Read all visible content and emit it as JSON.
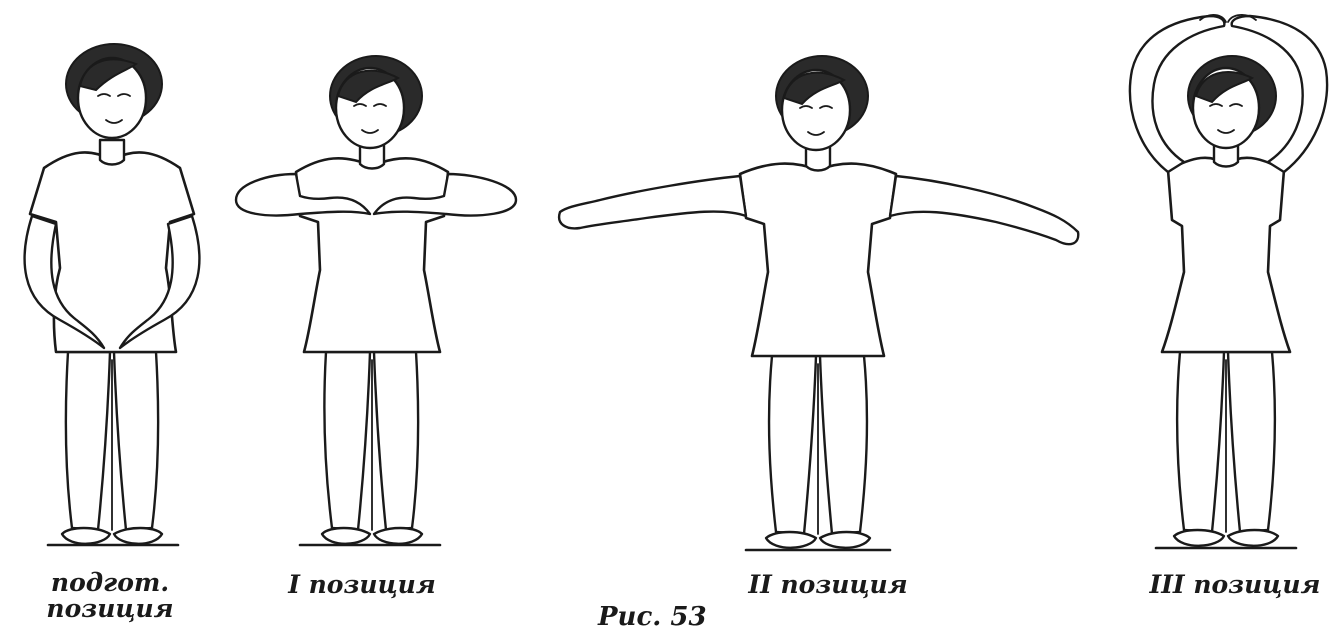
{
  "figures": [
    {
      "id": "prep",
      "caption_line1": "подгот.",
      "caption_line2": "позиция"
    },
    {
      "id": "pos1",
      "caption": "I позиция"
    },
    {
      "id": "pos2",
      "caption": "II позиция"
    },
    {
      "id": "pos3",
      "caption": "III позиция"
    }
  ],
  "figure_caption": "Рис. 53"
}
